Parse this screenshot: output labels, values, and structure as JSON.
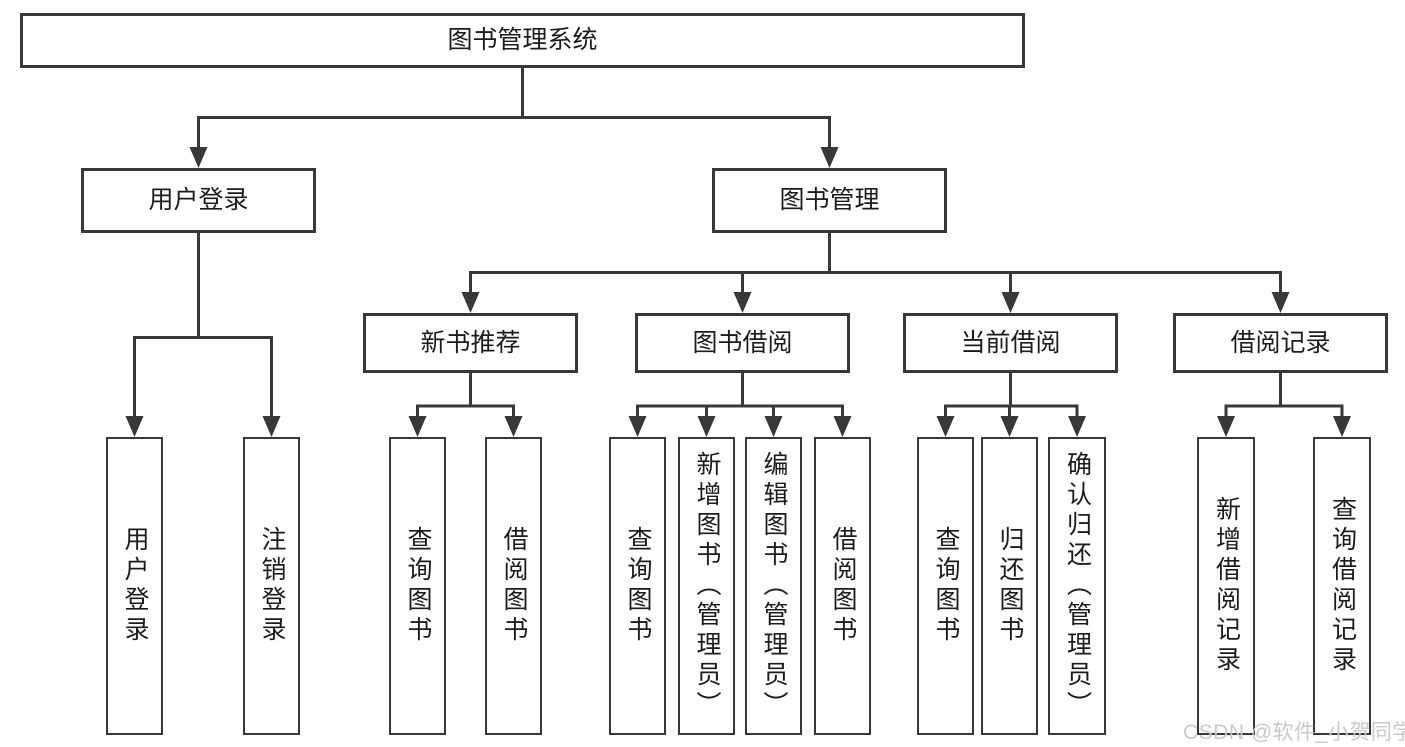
{
  "diagram": {
    "root": {
      "label": "图书管理系统"
    },
    "level2": [
      {
        "label": "用户登录"
      },
      {
        "label": "图书管理"
      }
    ],
    "level3": [
      {
        "label": "新书推荐"
      },
      {
        "label": "图书借阅"
      },
      {
        "label": "当前借阅"
      },
      {
        "label": "借阅记录"
      }
    ],
    "leaves": {
      "user": [
        "用户登录",
        "注销登录"
      ],
      "recommend": [
        "查询图书",
        "借阅图书"
      ],
      "borrow": [
        "查询图书",
        "新增图书（管理员）",
        "编辑图书（管理员）",
        "借阅图书"
      ],
      "current": [
        "查询图书",
        "归还图书",
        "确认归还（管理员）"
      ],
      "records": [
        "新增借阅记录",
        "查询借阅记录"
      ]
    }
  },
  "watermark": {
    "text": "CSDN @软件_小贺同学"
  },
  "colors": {
    "line": "#383838",
    "text": "#1c1c1c",
    "watermark": "#c9c9c9",
    "background": "#ffffff"
  }
}
